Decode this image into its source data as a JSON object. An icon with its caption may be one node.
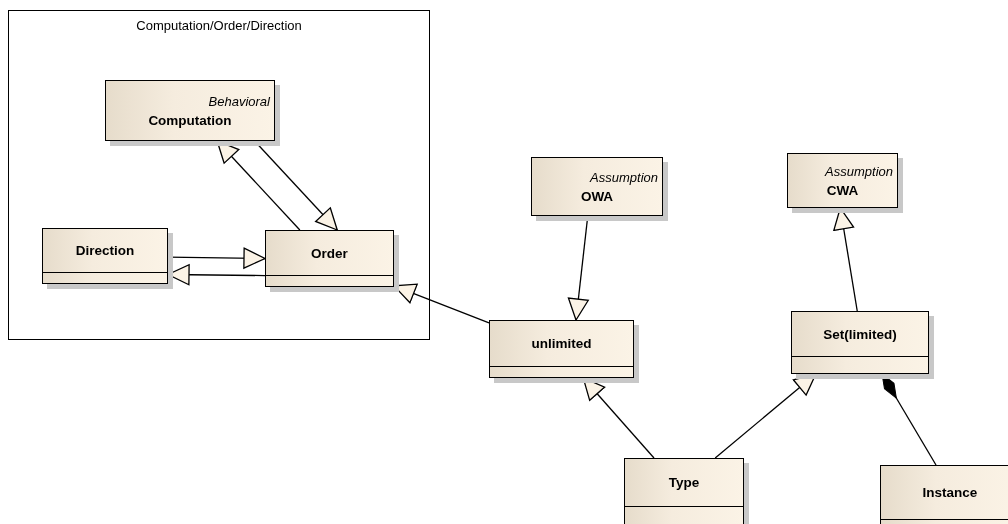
{
  "diagram": {
    "nodes": [
      {
        "text": [
          "Computation/Order/Direction"
        ]
      },
      {
        "text": [
          "Behavioral",
          "Computation"
        ],
        "in": 0
      },
      {
        "text": [
          "Direction"
        ],
        "in": 0
      },
      {
        "text": [
          "Order"
        ],
        "in": 0
      },
      {
        "text": [
          "Assumption",
          "OWA"
        ]
      },
      {
        "text": [
          "Assumption",
          "CWA"
        ]
      },
      {
        "text": [
          "unlimited"
        ]
      },
      {
        "text": [
          "Set(limited)"
        ]
      },
      {
        "text": [
          "Type"
        ]
      },
      {
        "text": [
          "Instance"
        ]
      }
    ],
    "edges": [
      {
        "from": 3,
        "to": 1,
        "arrow": "to"
      },
      {
        "from": 1,
        "to": 3,
        "arrow": "to"
      },
      {
        "from": 2,
        "to": 3,
        "arrow": "to"
      },
      {
        "from": 3,
        "to": 2,
        "arrow": "to"
      },
      {
        "from": 6,
        "to": 3,
        "arrow": "to"
      },
      {
        "from": 4,
        "to": 6,
        "arrow": "to"
      },
      {
        "from": 7,
        "to": 5,
        "arrow": "to"
      },
      {
        "from": 8,
        "to": 6,
        "arrow": "to"
      },
      {
        "from": 8,
        "to": 7,
        "arrow": "to"
      },
      {
        "from": 9,
        "to": 7,
        "arrow": "other"
      }
    ]
  }
}
